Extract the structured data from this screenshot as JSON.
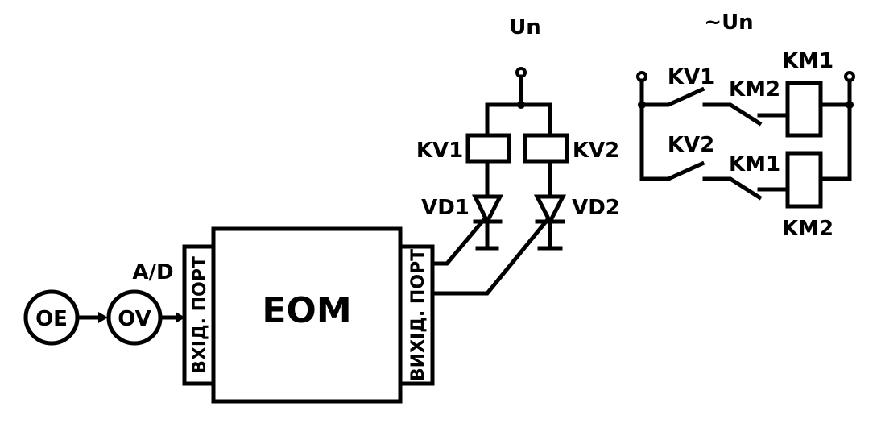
{
  "labels": {
    "oe": "OE",
    "ov": "OV",
    "ad": "A/D",
    "input_port": "ВХІД. ПОРТ",
    "output_port": "ВИХІД. ПОРТ",
    "computer": "EOM",
    "supply_dc": "Un",
    "supply_ac": "~Un",
    "relay_kv1_coil": "KV1",
    "relay_kv2_coil": "KV2",
    "diode_vd1": "VD1",
    "diode_vd2": "VD2",
    "contact_kv1": "KV1",
    "contact_km2": "KM2",
    "coil_km1": "KM1",
    "contact_kv2": "KV2",
    "contact_km1": "KM1",
    "coil_km2": "KM2"
  },
  "colors": {
    "line": "#000000",
    "background": "#ffffff"
  }
}
